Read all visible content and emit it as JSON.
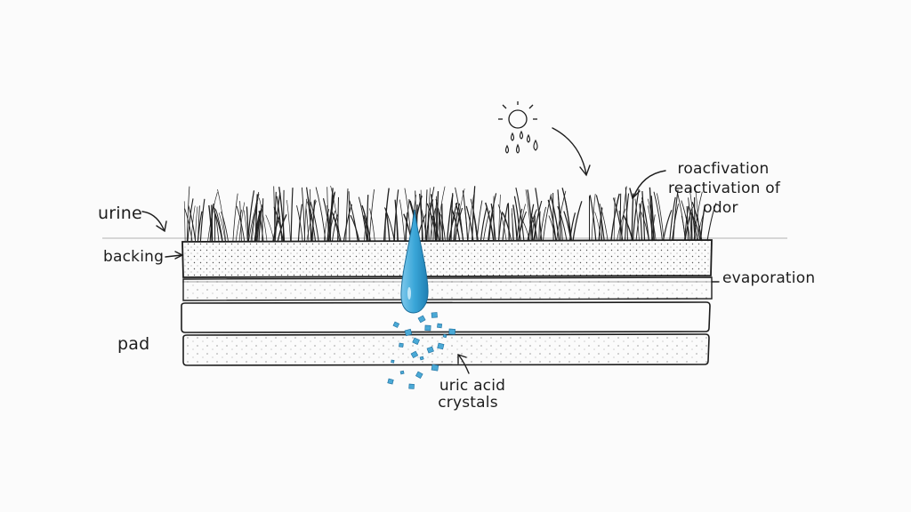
{
  "labels": {
    "urine": "urine",
    "backing": "backing",
    "pad": "pad",
    "evaporation": "evaporation",
    "reactivation_line1": "roacfivation",
    "reactivation_line2": "reactivation of",
    "reactivation_line3": "odor",
    "uric_line1": "uric acid",
    "uric_line2": "crystals"
  },
  "colors": {
    "ink": "#1d1d1d",
    "droplet": "#3aa6d8",
    "crystal": "#4aa9d6",
    "background": "#fbfbfb"
  },
  "icons": {
    "sun": "sun-icon",
    "droplets": "rain-drops-icon"
  }
}
